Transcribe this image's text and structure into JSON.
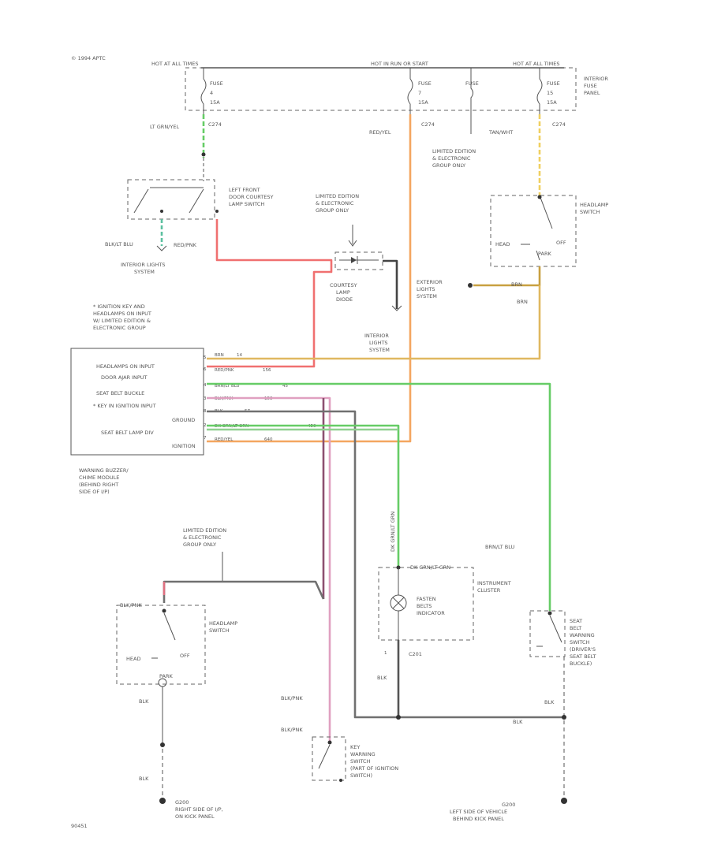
{
  "header": {
    "year_note": "© 1994 APTC",
    "hot_at_all_times": "HOT AT ALL TIMES",
    "hot_in_run_or_start": "HOT IN RUN OR START",
    "hot_at_all_times_2": "HOT AT ALL TIMES",
    "interior_fuse_panel": [
      "INTERIOR",
      "FUSE",
      "PANEL"
    ]
  },
  "fuses": [
    {
      "label": "FUSE",
      "number": "4",
      "rating": "15A",
      "connector": "C274"
    },
    {
      "label": "FUSE",
      "number": "7",
      "rating": "15A",
      "connector": "C274"
    },
    {
      "label": "FUSE",
      "number": "",
      "rating": "",
      "connector": ""
    },
    {
      "label": "FUSE",
      "number": "15",
      "rating": "15A",
      "connector": "C274"
    }
  ],
  "wire_labels": {
    "lt_grn_yel": "LT GRN/YEL",
    "red_yel": "RED/YEL",
    "tan_wht": "TAN/WHT",
    "blk_lt_blu": "BLK/LT BLU",
    "red_pnk": "RED/PNK",
    "brn": "BRN",
    "brn_2": "BRN",
    "brn_lt_blu": "BRN/LT BLU",
    "blk_pnk": "BLK/PNK",
    "blk_pnk_2": "BLK/PNK",
    "blk_pnk_3": "BLK/PNK",
    "blk": "BLK",
    "blk_2": "BLK",
    "blk_3": "BLK",
    "blk_4": "BLK",
    "blk_5": "BLK",
    "dk_grn_lt_grn": "DK GRN/LT GRN"
  },
  "components": {
    "left_front_door_switch": [
      "LEFT FRONT",
      "DOOR COURTESY",
      "LAMP SWITCH"
    ],
    "interior_lights_system": [
      "INTERIOR LIGHTS",
      "SYSTEM"
    ],
    "limited_edition_1": [
      "LIMITED EDITION",
      "& ELECTRONIC",
      "GROUP ONLY"
    ],
    "limited_edition_2": [
      "LIMITED EDITION",
      "& ELECTRONIC",
      "GROUP ONLY"
    ],
    "limited_edition_3": [
      "LIMITED EDITION",
      "& ELECTRONIC",
      "GROUP ONLY"
    ],
    "courtesy_lamp_diode": [
      "COURTESY",
      "LAMP",
      "DIODE"
    ],
    "headlamp_switch_top": [
      "HEADLAMP",
      "SWITCH"
    ],
    "head": "HEAD",
    "off": "OFF",
    "park": "PARK",
    "exterior_lights_system": [
      "EXTERIOR",
      "LIGHTS",
      "SYSTEM"
    ],
    "interior_lights_system_2": [
      "INTERIOR",
      "LIGHTS",
      "SYSTEM"
    ],
    "ignition_note": [
      "* IGNITION KEY AND",
      "HEADLAMPS ON INPUT",
      "W/ LIMITED EDITION &",
      "ELECTRONIC GROUP"
    ],
    "module_caption": [
      "WARNING BUZZER/",
      "CHIME MODULE",
      "(BEHIND RIGHT",
      "SIDE OF I/P)"
    ],
    "instrument_cluster": [
      "INSTRUMENT",
      "CLUSTER"
    ],
    "fasten_belts": [
      "FASTEN",
      "BELTS",
      "INDICATOR"
    ],
    "headlamp_switch_bottom": [
      "HEADLAMP",
      "SWITCH"
    ],
    "seat_belt_switch": [
      "SEAT",
      "BELT",
      "WARNING",
      "SWITCH",
      "(DRIVER'S",
      "SEAT BELT",
      "BUCKLE)"
    ],
    "key_warning_switch": [
      "KEY",
      "WARNING",
      "SWITCH",
      "(PART OF IGNITION",
      "SWITCH)"
    ],
    "g200_right": [
      "G200",
      "RIGHT SIDE OF I/P,",
      "ON KICK PANEL"
    ],
    "g200_left": [
      "G200",
      "LEFT SIDE OF VEHICLE",
      "BEHIND KICK PANEL"
    ],
    "c201": "C201",
    "c201_pin": "1",
    "figure_id": "90451"
  },
  "module_pins": [
    {
      "pin": "5",
      "label": "HEADLAMPS ON INPUT",
      "wire": "BRN",
      "circuit": "14"
    },
    {
      "pin": "6",
      "label": "DOOR AJAR INPUT",
      "wire": "RED/PNK",
      "circuit": "156"
    },
    {
      "pin": "4",
      "label": "SEAT BELT BUCKLE",
      "wire": "BRN/LT BLU",
      "circuit": "45"
    },
    {
      "pin": "3",
      "label": "* KEY IN IGNITION INPUT",
      "wire": "BLK/PNK",
      "circuit": "158"
    },
    {
      "pin": "8",
      "label": "GROUND",
      "wire": "BLK",
      "circuit": "57"
    },
    {
      "pin": "2",
      "label": "SEAT BELT LAMP DIV",
      "wire": "DK GRN/LT GRN",
      "circuit": "450"
    },
    {
      "pin": "7",
      "label": "IGNITION",
      "wire": "RED/YEL",
      "circuit": "640"
    }
  ],
  "colors": {
    "orange": "#f4a660",
    "yellow": "#f0d060",
    "green": "#66cc66",
    "red": "#f07070",
    "pink": "#e0a0c0",
    "brown": "#c8a040",
    "gray": "#707070",
    "black": "#333333",
    "blue_green": "#5cc0a0"
  }
}
